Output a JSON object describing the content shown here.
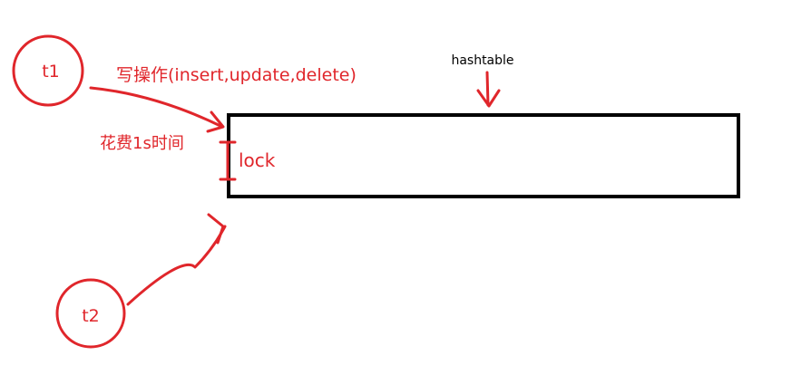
{
  "diagram": {
    "threads": {
      "t1": "t1",
      "t2": "t2"
    },
    "write_op_label": "写操作(insert,update,delete)",
    "time_label": "花费1s时间",
    "lock_label": "lock",
    "hashtable_label": "hashtable"
  },
  "colors": {
    "ink": "#e0262b",
    "box": "#000000",
    "background": "#ffffff"
  }
}
